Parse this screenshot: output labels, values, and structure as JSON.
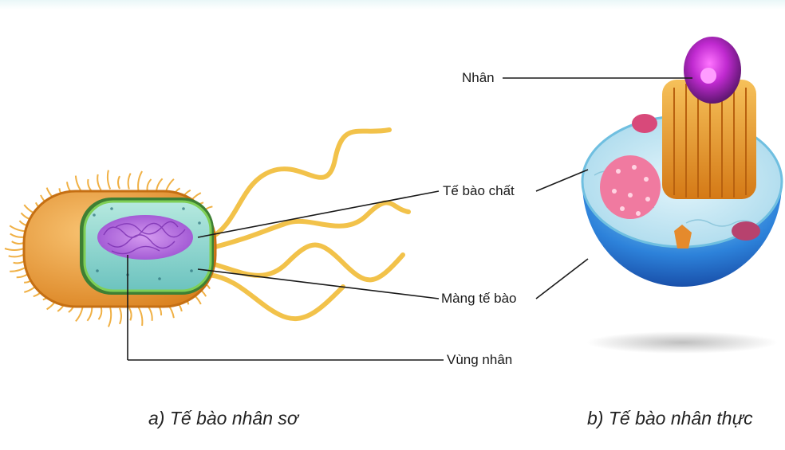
{
  "labels": {
    "nucleus": "Nhân",
    "cytoplasm": "Tế bào chất",
    "cell_membrane": "Màng tế bào",
    "nuclear_region": "Vùng nhân"
  },
  "captions": {
    "prokaryote": "a) Tế bào nhân sơ",
    "eukaryote": "b) Tế bào nhân thực"
  },
  "colors": {
    "bacterium_wall": "#f0a13a",
    "cytoplasm_prokaryote": "#8fd6d0",
    "nucleoid": "#b46be0",
    "flagella": "#f2c24a",
    "eukaryote_membrane": "#2e6fd4",
    "eukaryote_cytoplasm": "#bfe6f2",
    "nucleus": "#9b2fb3",
    "golgi": "#e8a032"
  }
}
